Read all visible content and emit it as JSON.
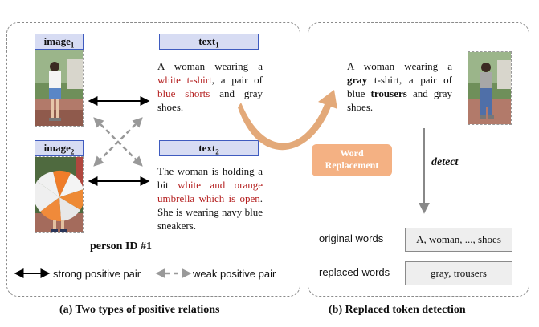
{
  "left_panel": {
    "image1_label": "image",
    "image1_sub": "1",
    "image2_label": "image",
    "image2_sub": "2",
    "text1_label": "text",
    "text1_sub": "1",
    "text2_label": "text",
    "text2_sub": "2",
    "text1": {
      "p1": "A woman wearing a ",
      "r1": "white t-shirt",
      "p2": ", a pair of ",
      "r2": "blue shorts",
      "p3": " and gray shoes."
    },
    "text2": {
      "p1": "The woman is holding a bit ",
      "r1": "white and orange umbrella which is open",
      "p2": ".  She is wearing navy blue sneakers."
    },
    "person_id": "person ID #1",
    "legend_strong": "strong positive pair",
    "legend_weak": "weak positive pair",
    "caption": "(a) Two types of positive relations"
  },
  "right_panel": {
    "text": {
      "p1": "A woman wearing a ",
      "b1": "gray",
      "p2": " t-shirt, a pair of blue ",
      "b2": "trousers",
      "p3": " and gray shoes."
    },
    "badge_line1": "Word",
    "badge_line2": "Replacement",
    "detect": "detect",
    "original_label": "original words",
    "original_value": "A, woman, ..., shoes",
    "replaced_label": "replaced words",
    "replaced_value": "gray, trousers",
    "caption": "(b) Replaced token detection"
  },
  "colors": {
    "label_fill": "#d7dcf3",
    "label_border": "#3f5bbf",
    "highlight_red": "#b41e1e",
    "badge_fill": "#f4b183",
    "curve_fill": "#e0a06a"
  }
}
